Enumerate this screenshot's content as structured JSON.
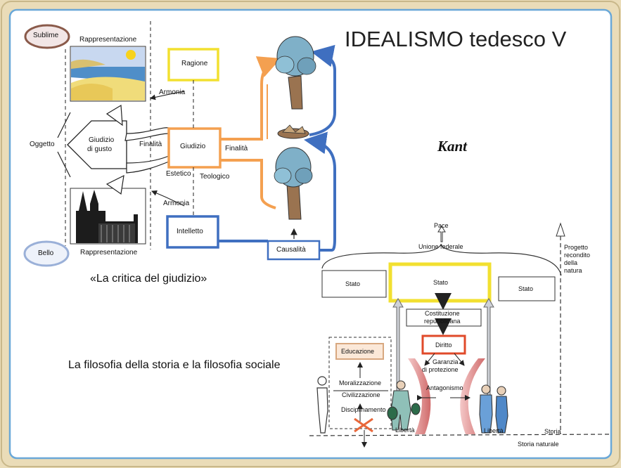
{
  "title": "IDEALISMO tedesco V",
  "author": "Kant",
  "critique": {
    "caption": "«La critica del giudizio»",
    "sublime": "Sublime",
    "bello": "Bello",
    "rappresentazione_top": "Rappresentazione",
    "rappresentazione_bottom": "Rappresentazione",
    "oggetto": "Oggetto",
    "giudizio_gusto_1": "Giudizio",
    "giudizio_gusto_2": "di gusto",
    "finalita_left": "Finalità",
    "giudizio": "Giudizio",
    "finalita_right": "Finalità",
    "estetico": "Estetico",
    "teologico": "Teologico",
    "ragione": "Ragione",
    "intelletto": "Intelletto",
    "armonia_top": "Armonia",
    "armonia_bottom": "Armonia",
    "causalita": "Causalità"
  },
  "history": {
    "caption": "La filosofia della storia e la filosofia sociale",
    "pace": "Pace",
    "unione_federale": "Unione federale",
    "stato_left": "Stato",
    "stato_center": "Stato",
    "stato_right": "Stato",
    "progetto": [
      "Progetto",
      "recondito",
      "della",
      "natura"
    ],
    "costituzione_1": "Costituzione",
    "costituzione_2": "repubblicana",
    "diritto": "Diritto",
    "garanzia_1": "Garanzia",
    "garanzia_2": "di protezione",
    "antagonismo": "Antagonismo",
    "educazione": "Educazione",
    "moralizzazione": "Moralizzazione",
    "civilizzazione": "Civilizzazione",
    "disciplinamento": "Disciplinamento",
    "liberta_left": "Libertà",
    "liberta_right": "Libertà",
    "storia": "Storia",
    "storia_naturale": "Storia naturale"
  },
  "colors": {
    "background": "#eadcb8",
    "panel": "#ffffff",
    "orange": "#f4a050",
    "blue": "#3f6fc0",
    "yellow": "#f2e030",
    "red": "#e04a2a",
    "tree": "#7fb0c8",
    "trunk": "#9a7350"
  }
}
